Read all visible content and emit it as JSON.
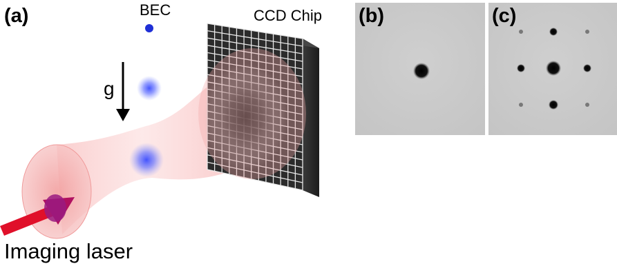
{
  "panels": {
    "a": {
      "label": "(a)"
    },
    "b": {
      "label": "(b)"
    },
    "c": {
      "label": "(c)"
    }
  },
  "labels": {
    "bec": "BEC",
    "ccd": "CCD Chip",
    "gravity": "g",
    "laser": "Imaging laser"
  },
  "icons": {
    "gravity_arrow": "down-arrow-icon",
    "laser_arrow": "right-arrow-icon"
  },
  "colors": {
    "bec_dot": "#1f2fd6",
    "beam": "#f4a8a8",
    "laser_arrow": "#e0102a",
    "ccd_grid": "#2b2b2b",
    "image_background": "#c8c8c8"
  }
}
